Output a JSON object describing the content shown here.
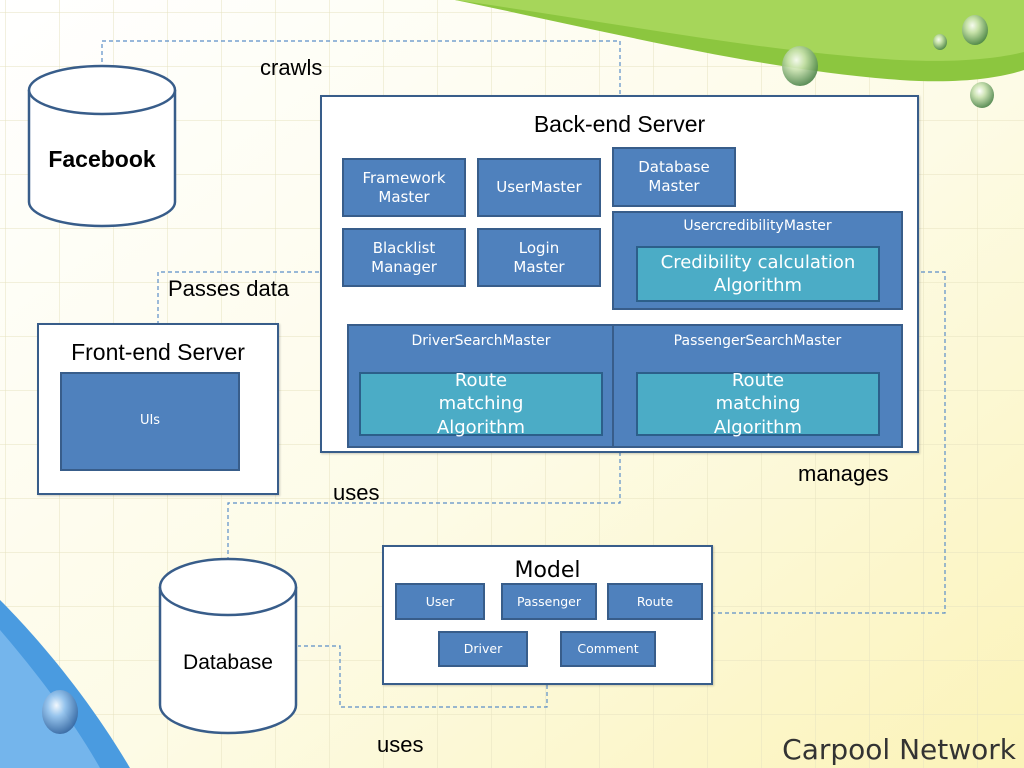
{
  "title": "Carpool Network",
  "labels": {
    "crawls": "crawls",
    "passes_data": "Passes data",
    "uses_top": "uses",
    "uses_bottom": "uses",
    "manages": "manages"
  },
  "facebook": {
    "label": "Facebook"
  },
  "database": {
    "label": "Database"
  },
  "frontend": {
    "title": "Front-end Server",
    "ui_label": "UIs"
  },
  "backend": {
    "title": "Back-end Server",
    "modules": {
      "framework_master": "Framework Master",
      "user_master": "UserMaster",
      "database_master": "Database Master",
      "blacklist_manager": "Blacklist Manager",
      "login_master": "Login Master"
    },
    "credibility": {
      "title": "UsercredibilityMaster",
      "algorithm": "Credibility calculation Algorithm"
    },
    "driver_search": {
      "title": "DriverSearchMaster",
      "algorithm": "Route matching Algorithm"
    },
    "passenger_search": {
      "title": "PassengerSearchMaster",
      "algorithm": "Route matching Algorithm"
    }
  },
  "model": {
    "title": "Model",
    "entities": {
      "user": "User",
      "passenger": "Passenger",
      "route": "Route",
      "driver": "Driver",
      "comment": "Comment"
    }
  },
  "colors": {
    "module_fill": "#4f81bd",
    "module_border": "#385d8a",
    "algorithm_fill": "#4bacc6",
    "connector": "#5b8ec8"
  }
}
